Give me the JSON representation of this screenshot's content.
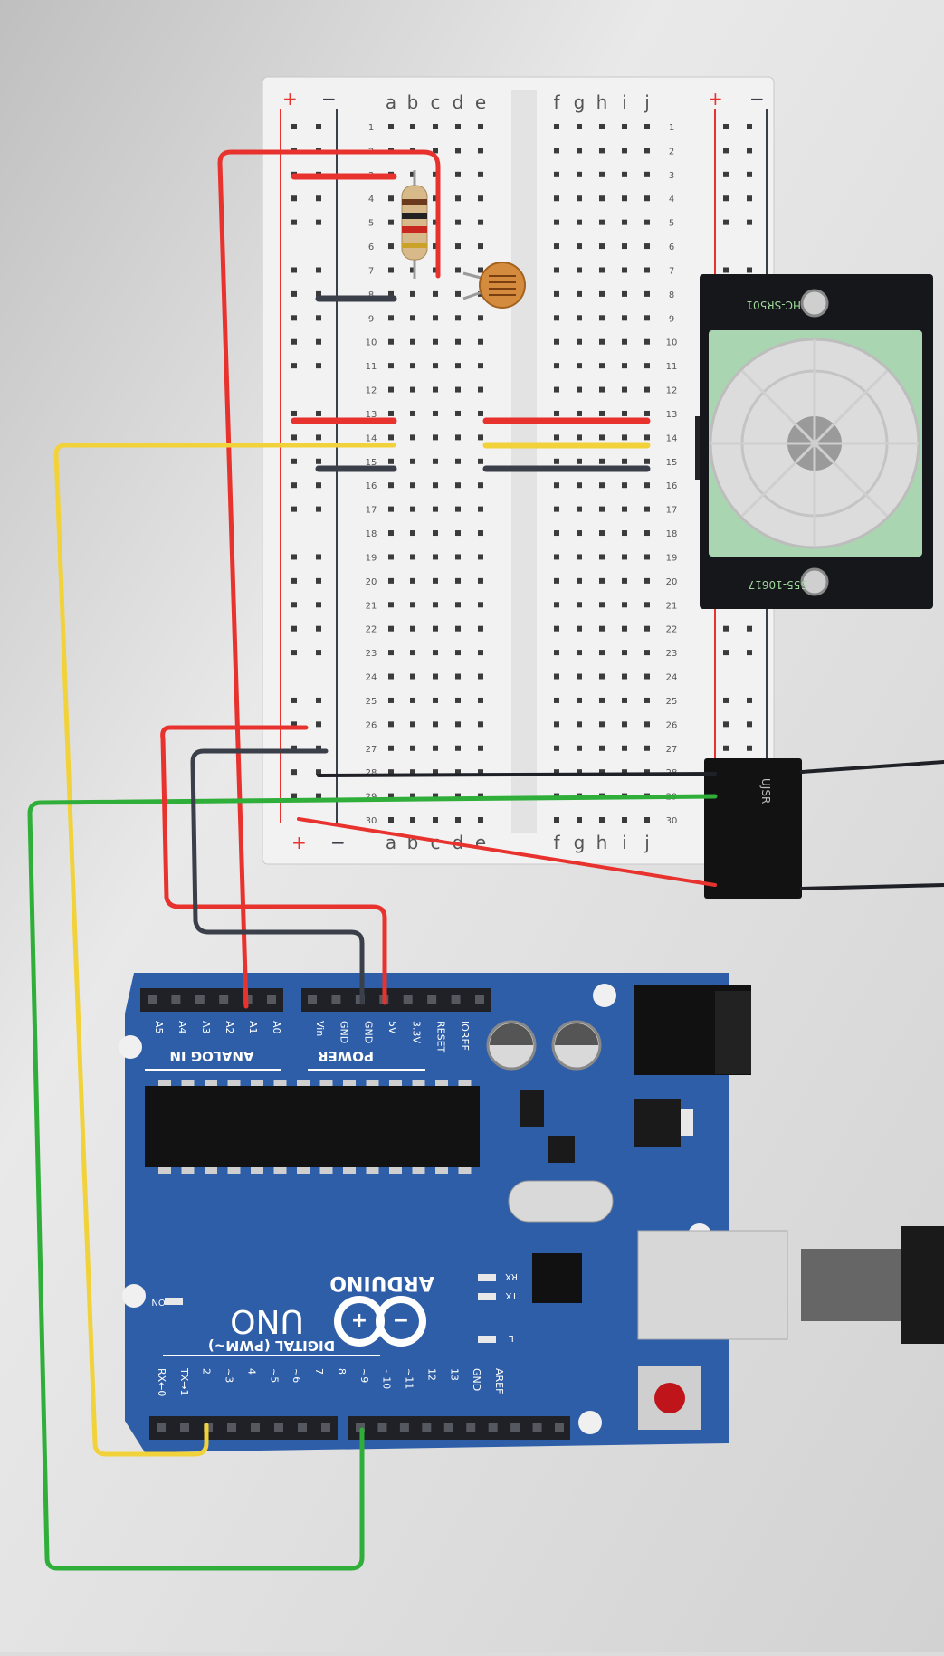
{
  "breadboard": {
    "rail_plus": "+",
    "rail_minus": "−",
    "cols_left": [
      "a",
      "b",
      "c",
      "d",
      "e"
    ],
    "cols_right": [
      "f",
      "g",
      "h",
      "i",
      "j"
    ],
    "row_count": 30
  },
  "pir": {
    "label_top": "HC-SR501",
    "label_bottom": "555-10617"
  },
  "connector": {
    "label": "UJSR"
  },
  "arduino": {
    "brand": "ARDUINO",
    "model": "UNO",
    "analog_title": "ANALOG IN",
    "analog_pins": [
      "A0",
      "A1",
      "A2",
      "A3",
      "A4",
      "A5"
    ],
    "power_title": "POWER",
    "power_pins": [
      "IOREF",
      "RESET",
      "3.3V",
      "5V",
      "GND",
      "GND",
      "Vin"
    ],
    "digital_title": "DIGITAL (PWM~)",
    "digital_pins": [
      "AREF",
      "GND",
      "13",
      "12",
      "~11",
      "~10",
      "~9",
      "8",
      "7",
      "~6",
      "~5",
      "4",
      "~3",
      "2",
      "TX→1",
      "RX←0"
    ],
    "led_labels": [
      "RX",
      "TX",
      "L"
    ],
    "on_label": "ON"
  },
  "colors": {
    "wire_red": "#e8322e",
    "wire_yellow": "#f2d23a",
    "wire_green": "#2fae3a",
    "wire_dark": "#3a3f4a",
    "board_blue": "#2e5ea8"
  }
}
